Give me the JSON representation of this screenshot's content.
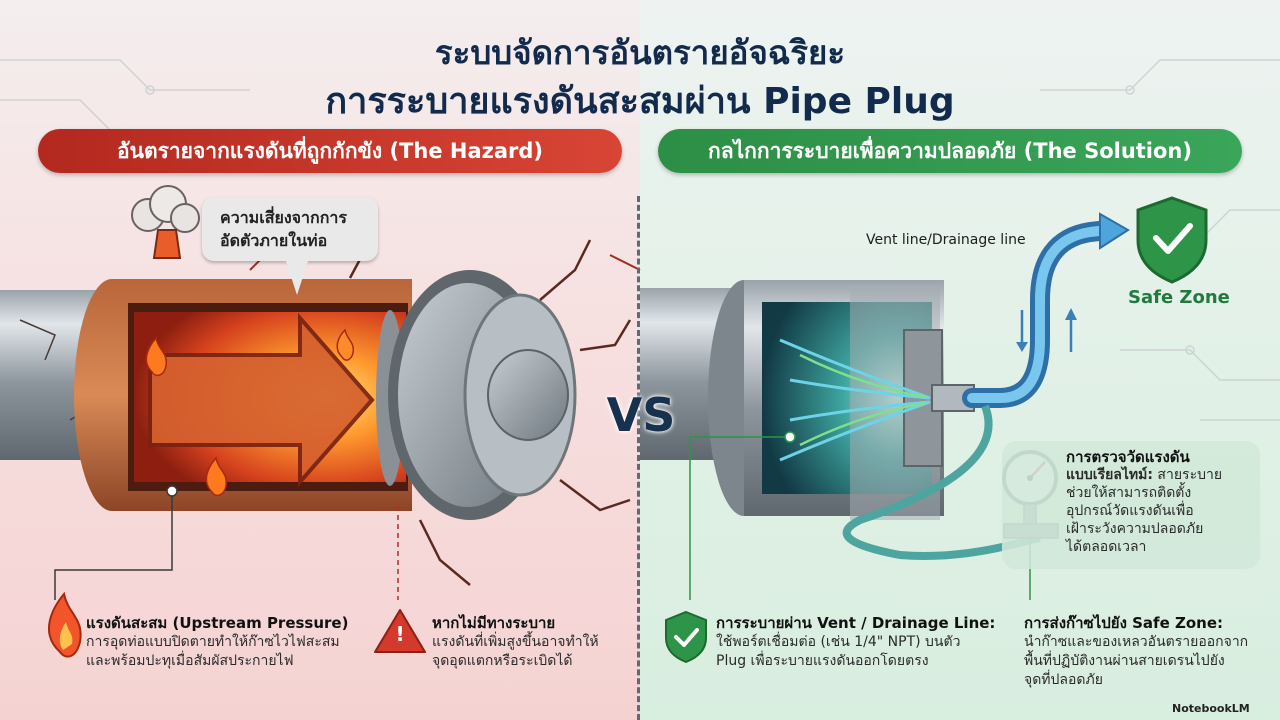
{
  "title": {
    "line1": "ระบบจัดการอันตรายอัจฉริยะ",
    "line2": "การระบายแรงดันสะสมผ่าน Pipe Plug"
  },
  "hazard": {
    "banner": "อันตรายจากแรงดันที่ถูกกักขัง (The Hazard)",
    "bubble_line1": "ความเสี่ยงจากการ",
    "bubble_line2": "อัดตัวภายในท่อ",
    "pressure": {
      "heading": "แรงดันสะสม (Upstream Pressure)",
      "line1": "การอุดท่อแบบปิดตายทำให้ก๊าซไวไฟสะสม",
      "line2": "และพร้อมปะทุเมื่อสัมผัสประกายไฟ"
    },
    "no_vent": {
      "heading": "หากไม่มีทางระบาย",
      "line1": "แรงดันที่เพิ่มสูงขึ้นอาจทำให้",
      "line2": "จุดอุดแตกหรือระเบิดได้"
    },
    "warning_glyph": "!"
  },
  "vs": "VS",
  "solution": {
    "banner": "กลไกการระบายเพื่อความปลอดภัย (The Solution)",
    "vent_line_label": "Vent line/Drainage line",
    "safe_zone_label": "Safe Zone",
    "gauge": {
      "heading1": "การตรวจวัดแรงดัน",
      "heading2": "แบบเรียลไทม์:",
      "inline": " สายระบาย",
      "line1": "ช่วยให้สามารถติดตั้ง",
      "line2": "อุปกรณ์วัดแรงดันเพื่อ",
      "line3": "เฝ้าระวังความปลอดภัย",
      "line4": "ได้ตลอดเวลา"
    },
    "vent_drain": {
      "heading": "การระบายผ่าน Vent / Drainage Line:",
      "line1": "ใช้พอร์ตเชื่อมต่อ (เช่น 1/4\" NPT) บนตัว",
      "line2": "Plug เพื่อระบายแรงดันออกโดยตรง"
    },
    "safe_transfer": {
      "heading": "การส่งก๊าซไปยัง Safe Zone:",
      "line1": "นำก๊าซและของเหลวอันตรายออกจาก",
      "line2": "พื้นที่ปฏิบัติงานผ่านสายเดรนไปยัง",
      "line3": "จุดที่ปลอดภัย"
    }
  },
  "watermark": "NotebookLM",
  "colors": {
    "title_navy": "#122b4d",
    "hazard_red": "#c0392b",
    "solution_green": "#2e9448",
    "flow_blue": "#3a8fd0"
  },
  "icons": [
    "explosion-cloud-icon",
    "fire-icon",
    "warning-triangle-icon",
    "shield-check-icon",
    "pressure-gauge-icon",
    "arrow-up-icon",
    "arrow-down-icon"
  ]
}
